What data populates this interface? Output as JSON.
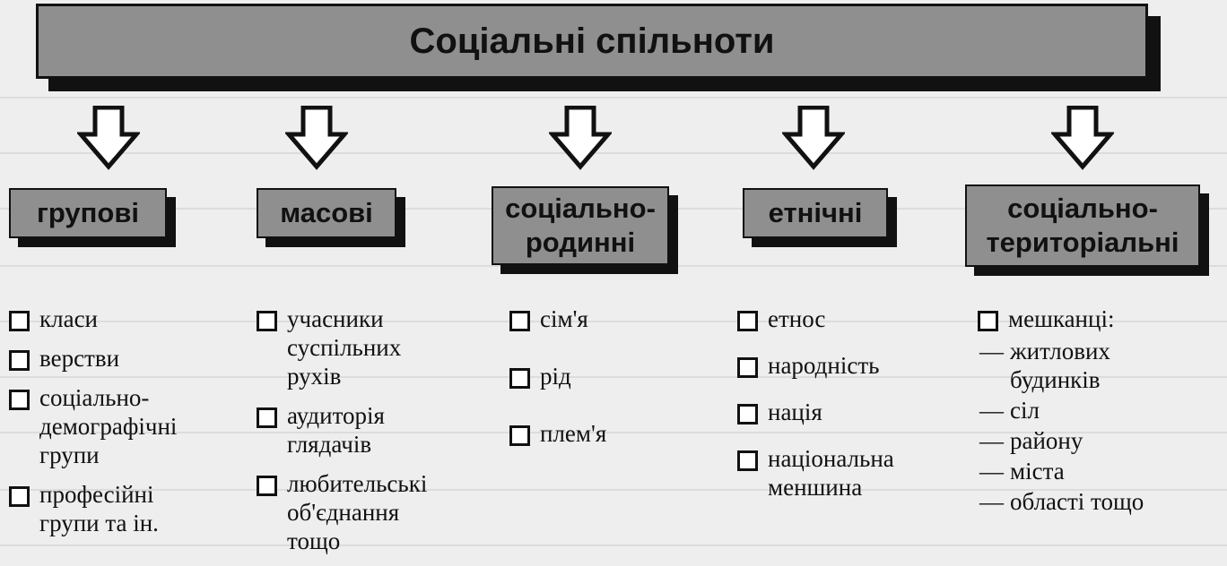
{
  "title": "Соціальні спільноти",
  "categories": [
    {
      "label_lines": [
        "групові"
      ],
      "items": [
        {
          "lines": [
            "класи"
          ]
        },
        {
          "lines": [
            "верстви"
          ]
        },
        {
          "lines": [
            "соціально-",
            "демографічні",
            "групи"
          ]
        },
        {
          "lines": [
            "професійні",
            "групи та ін."
          ]
        }
      ]
    },
    {
      "label_lines": [
        "масові"
      ],
      "items": [
        {
          "lines": [
            "учасники",
            "суспільних",
            "рухів"
          ]
        },
        {
          "lines": [
            "аудиторія",
            "глядачів"
          ]
        },
        {
          "lines": [
            "любительські",
            "об'єднання",
            "тощо"
          ]
        }
      ]
    },
    {
      "label_lines": [
        "соціально-",
        "родинні"
      ],
      "items": [
        {
          "lines": [
            "сім'я"
          ]
        },
        {
          "lines": [
            "рід"
          ]
        },
        {
          "lines": [
            "плем'я"
          ]
        }
      ]
    },
    {
      "label_lines": [
        "етнічні"
      ],
      "items": [
        {
          "lines": [
            "етнос"
          ]
        },
        {
          "lines": [
            "народність"
          ]
        },
        {
          "lines": [
            "нація"
          ]
        },
        {
          "lines": [
            "національна",
            "меншина"
          ]
        }
      ]
    },
    {
      "label_lines": [
        "соціально-",
        "територіальні"
      ],
      "items": [
        {
          "lines": [
            "мешканці:"
          ]
        }
      ],
      "sub_dash": "—",
      "sub_items": [
        {
          "lines": [
            "житлових",
            "будинків"
          ]
        },
        {
          "lines": [
            "сіл"
          ]
        },
        {
          "lines": [
            "району"
          ]
        },
        {
          "lines": [
            "міста"
          ]
        },
        {
          "lines": [
            "області тощо"
          ]
        }
      ]
    }
  ]
}
